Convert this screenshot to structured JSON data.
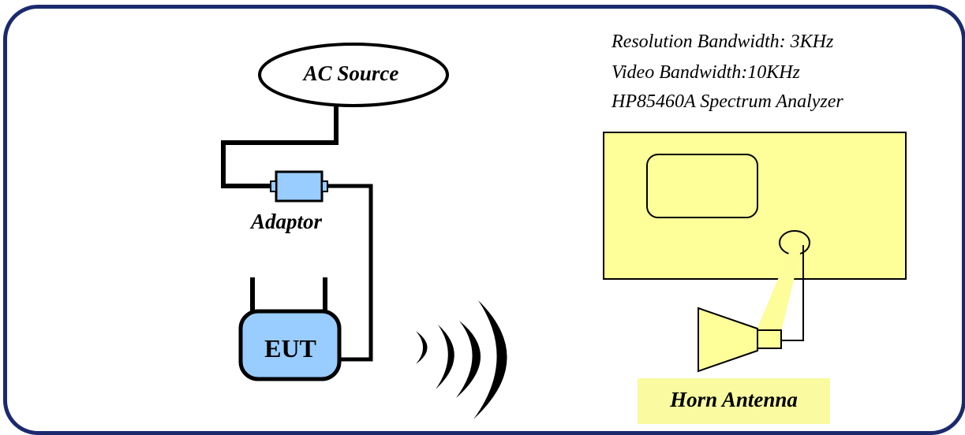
{
  "diagram": {
    "ac_source_label": "AC Source",
    "adaptor_label": "Adaptor",
    "eut_label": "EUT",
    "analyzer_settings": {
      "line1": "Resolution Bandwidth: 3KHz",
      "line2": "Video Bandwidth:10KHz",
      "line3": "HP85460A Spectrum Analyzer"
    },
    "horn_antenna_label": "Horn Antenna"
  },
  "colors": {
    "frame_border": "#1b2a6e",
    "device_fill": "#99ccff",
    "analyzer_fill": "#ffff99",
    "horn_fill": "#ffff99",
    "label_box_fill": "#fafaa0",
    "beam_fill": "#fdfd99"
  }
}
